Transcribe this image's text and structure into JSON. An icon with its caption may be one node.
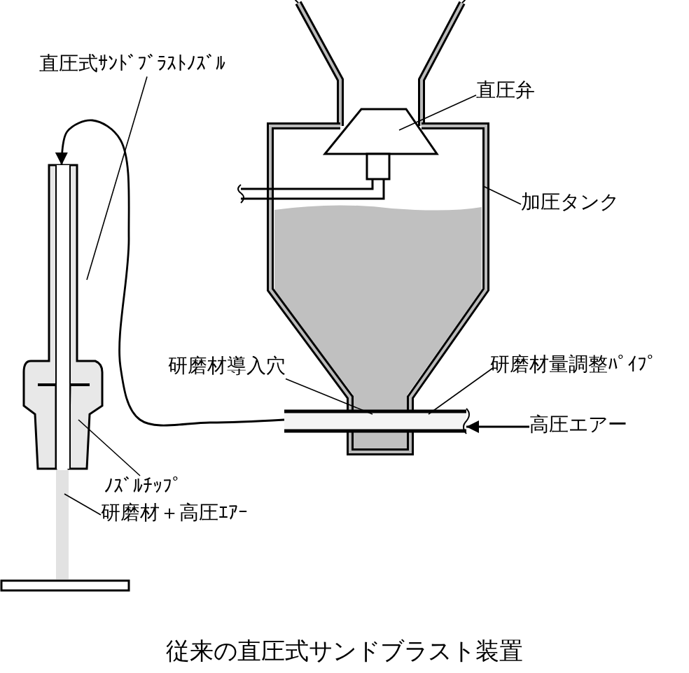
{
  "diagram": {
    "caption": "従来の直圧式サンドブラスト装置",
    "nodes": [
      {
        "text": [
          "直圧式ｻﾝﾄﾞﾌﾞﾗｽﾄﾉｽﾞﾙ"
        ]
      },
      {
        "text": [
          "直圧弁"
        ]
      },
      {
        "text": [
          "加圧タンク"
        ]
      },
      {
        "text": [
          "研磨材導入穴"
        ]
      },
      {
        "text": [
          "研磨材量調整ﾊﾟｲﾌﾟ"
        ]
      },
      {
        "text": [
          "高圧エアー"
        ]
      },
      {
        "text": [
          "ﾉｽﾞﾙﾁｯﾌﾟ"
        ]
      },
      {
        "text": [
          "研磨材＋高圧ｴｱｰ"
        ]
      },
      {
        "text": [],
        "shape": "nozzle"
      },
      {
        "text": [],
        "shape": "pipe"
      }
    ],
    "edges": [
      {
        "from": 0,
        "to": 8,
        "arrow": "none"
      },
      {
        "from": 1,
        "to": null,
        "arrow": "none"
      },
      {
        "from": 2,
        "to": null,
        "arrow": "none"
      },
      {
        "from": 3,
        "to": 9,
        "arrow": "none"
      },
      {
        "from": 4,
        "to": 9,
        "arrow": "none"
      },
      {
        "from": 5,
        "to": 9,
        "arrow": "to"
      },
      {
        "from": 6,
        "to": 8,
        "arrow": "none"
      },
      {
        "from": 7,
        "to": null,
        "arrow": "none"
      },
      {
        "from": 9,
        "to": 8,
        "arrow": "to"
      }
    ]
  }
}
